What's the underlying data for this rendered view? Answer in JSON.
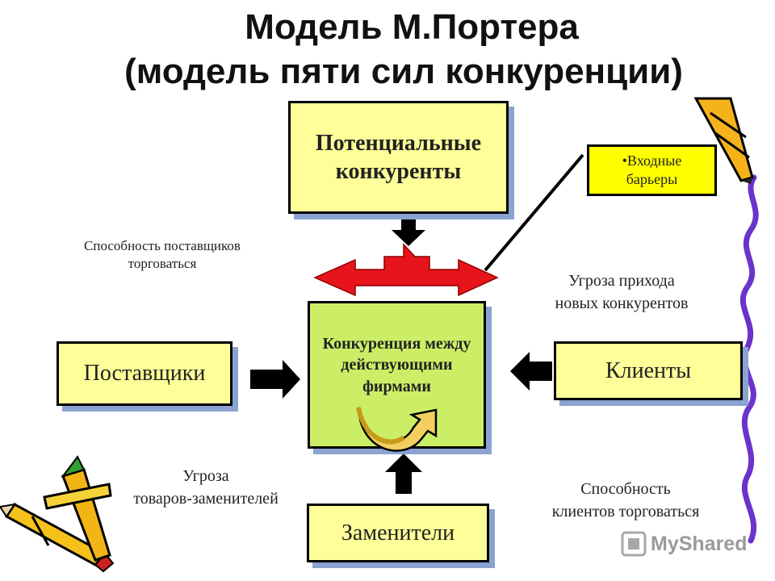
{
  "title": {
    "line1": "Модель М.Портера",
    "line2": "(модель пяти сил конкуренции)"
  },
  "boxes": {
    "potential": "Потенциальные\nконкуренты",
    "suppliers": "Поставщики",
    "center": "Конкуренция между\nдействующими\nфирмами",
    "clients": "Клиенты",
    "substitutes": "Заменители",
    "barriers": "•Входные\nбарьеры"
  },
  "notes": {
    "supply": "Способность поставщиков\nторговаться",
    "threat_new": "Угроза прихода\nновых конкурентов",
    "threat_subst": "Угроза\nтоваров-заменителей",
    "clients_power": "Способность\nклиентов торговаться"
  },
  "watermark": "MyShared",
  "colors": {
    "box_fill": "#ffff99",
    "center_fill": "#ccee66",
    "barriers_fill": "#ffff00",
    "red_arrow": "#e8141b",
    "shadow": "#8aa3d1"
  }
}
